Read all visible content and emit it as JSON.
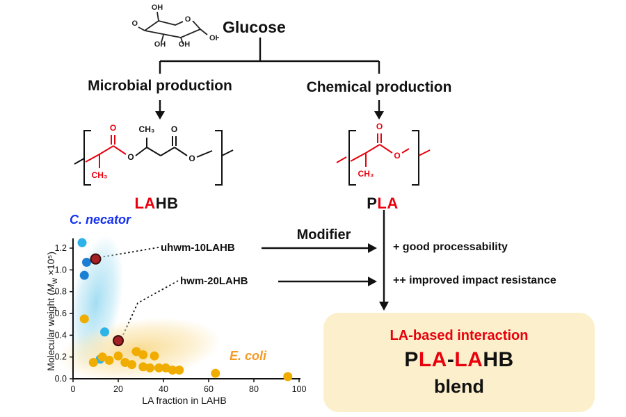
{
  "glucose": {
    "label": "Glucose",
    "atoms": {
      "top": "OH",
      "left": "HO",
      "ring": "O",
      "right": "OH",
      "bottom": "OH",
      "bottom_left": "OH"
    }
  },
  "branches": {
    "microbial": "Microbial production",
    "chemical": "Chemical production"
  },
  "lahb": {
    "label_red": "LA",
    "label_black": "HB",
    "atoms": {
      "o_carbonyl_red": "O",
      "ch3_red": "CH₃",
      "o_ester": "O",
      "ch3_black": "CH₃",
      "o_carbonyl_black": "O",
      "o_ester2": "O"
    }
  },
  "pla": {
    "label_black": "P",
    "label_red": "LA",
    "atoms": {
      "o_carbonyl": "O",
      "ch3": "CH₃",
      "o_ester": "O"
    }
  },
  "modifier": "Modifier",
  "annotations": {
    "uhwm": "uhwm-10LAHB",
    "hwm": "hwm-20LAHB",
    "benefit1": "+ good processability",
    "benefit2": "++ improved impact resistance"
  },
  "plot_labels": {
    "c_necator": "C. necator",
    "e_coli": "E. coli",
    "xlabel": "LA fraction in LAHB",
    "ylabel_prefix": "Molecular weight (",
    "ylabel_m": "M",
    "ylabel_sub": "w",
    "ylabel_suffix": " ×10⁵)"
  },
  "blend_box": {
    "line1": "LA-based interaction",
    "p": "P",
    "la1": "LA",
    "dash": "-",
    "la2": "LA",
    "hb": "HB",
    "line3": "blend"
  },
  "colors": {
    "red": "#e8000d",
    "c_necator_blue": "#1430f0",
    "e_coli_orange": "#f59a23",
    "blend_box_bg": "#fbf0cb"
  },
  "chart_data": {
    "type": "scatter",
    "title": "",
    "xlabel": "LA fraction in LAHB",
    "ylabel": "Molecular weight (Mw ×10^5)",
    "xlim": [
      0,
      100
    ],
    "ylim": [
      0,
      1.2
    ],
    "xticks": [
      0,
      20,
      40,
      60,
      80,
      100
    ],
    "yticks": [
      0,
      0.2,
      0.4,
      0.6,
      0.8,
      1.0,
      1.2
    ],
    "grid": false,
    "legend": "none",
    "series": [
      {
        "name": "C. necator",
        "color": "#2eb3e8",
        "points": [
          [
            4,
            1.25
          ],
          [
            14,
            0.43
          ],
          [
            12,
            0.18
          ]
        ]
      },
      {
        "name": "C. necator",
        "color": "#1b7fd4",
        "points": [
          [
            6,
            1.07
          ],
          [
            5,
            0.95
          ]
        ]
      },
      {
        "name": "E. coli",
        "color": "#f0ad00",
        "points": [
          [
            5,
            0.55
          ],
          [
            9,
            0.15
          ],
          [
            13,
            0.2
          ],
          [
            16,
            0.17
          ],
          [
            20,
            0.21
          ],
          [
            23,
            0.15
          ],
          [
            26,
            0.13
          ],
          [
            28,
            0.25
          ],
          [
            31,
            0.22
          ],
          [
            31,
            0.11
          ],
          [
            34,
            0.1
          ],
          [
            36,
            0.21
          ],
          [
            38,
            0.1
          ],
          [
            41,
            0.1
          ],
          [
            44,
            0.08
          ],
          [
            47,
            0.08
          ],
          [
            63,
            0.05
          ],
          [
            95,
            0.02
          ]
        ]
      },
      {
        "name": "highlighted",
        "color": "#a42022",
        "stroke": "#3a0c0d",
        "points": [
          [
            10,
            1.1
          ],
          [
            20,
            0.35
          ]
        ],
        "labels": [
          "uhwm-10LAHB",
          "hwm-20LAHB"
        ]
      }
    ]
  }
}
